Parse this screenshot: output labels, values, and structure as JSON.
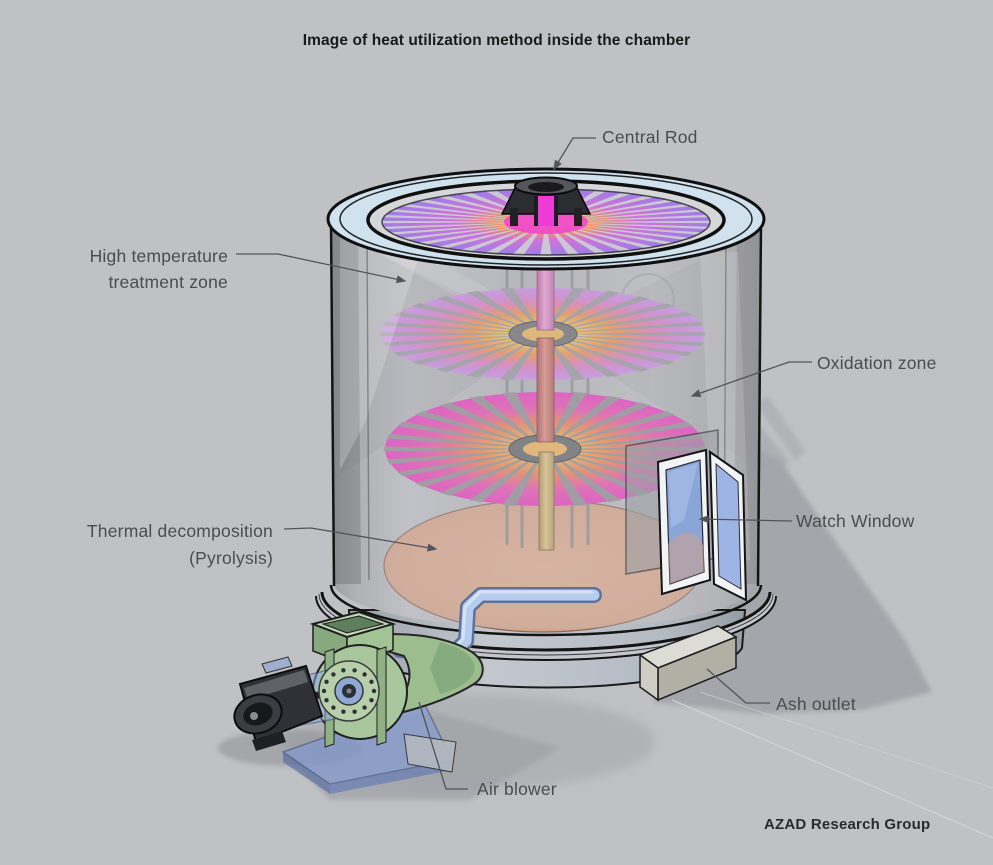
{
  "title": "Image of heat utilization method inside the chamber",
  "footer": "AZAD Research Group",
  "labels": {
    "central_rod": "Central Rod",
    "high_temp_line1": "High temperature",
    "high_temp_line2": "treatment zone",
    "oxidation": "Oxidation zone",
    "pyrolysis_line1": "Thermal decomposition",
    "pyrolysis_line2": "(Pyrolysis)",
    "watch_window": "Watch Window",
    "ash_outlet": "Ash outlet",
    "air_blower": "Air blower"
  },
  "colors": {
    "background": "#bfc1c5",
    "title_text": "#1a1a1a",
    "label_text": "#4b4c50",
    "leader_line": "#53545a",
    "lid_rim": "#cfe2ee",
    "floor_salmon": "#d7a387",
    "blower_green": "#a9c79c",
    "window_glass": "#8aa5d8",
    "disk_hot_center": "#ffd76e",
    "disk_orange": "#f09048",
    "disk_magenta": "#e93cc0",
    "disk_purple": "#9f7ce6",
    "rod_magenta": "#ee3ad6",
    "shadow_gray": "#a2a4a9"
  }
}
